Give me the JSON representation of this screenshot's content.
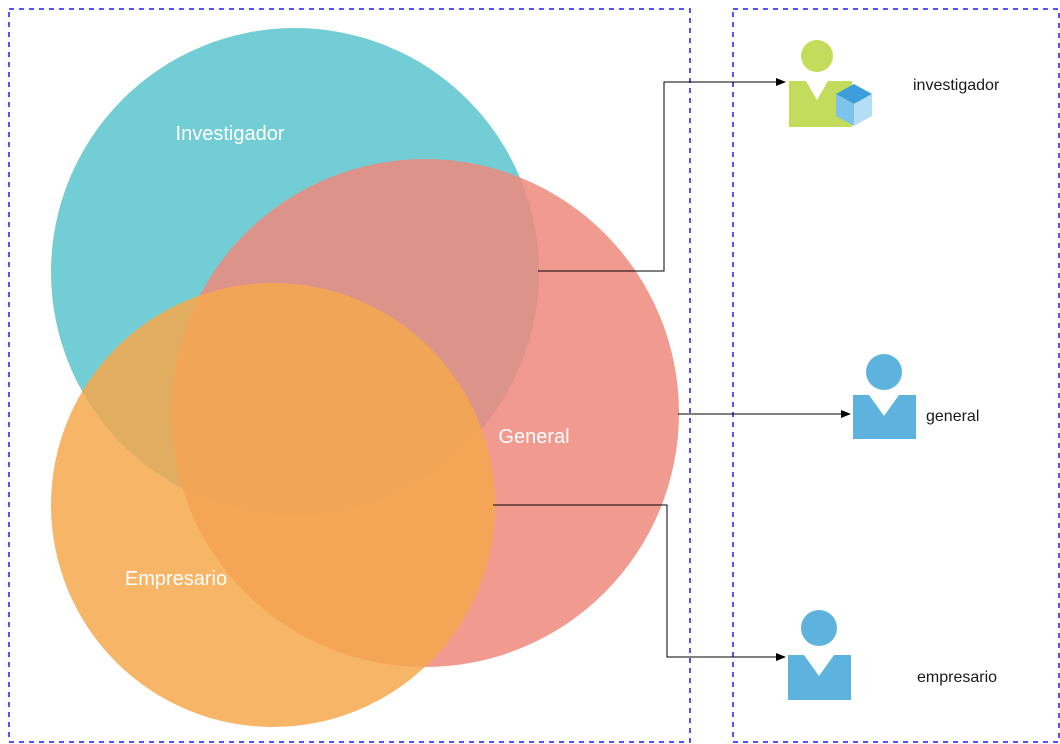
{
  "colors": {
    "frame_border": "#1a1aff",
    "investigador_circle": "#5bc4ce",
    "general_circle": "#ee8a7c",
    "empresario_circle": "#f4a84c",
    "user_icon_blue": "#5eb3de",
    "researcher_icon_green": "#c4dc5c",
    "researcher_icon_cube": "#3d9edb",
    "connector_line": "#000000"
  },
  "venn": {
    "investigador_label": "Investigador",
    "general_label": "General",
    "empresario_label": "Empresario"
  },
  "actors": {
    "investigador": {
      "label": "investigador",
      "icon": "researcher-user-icon"
    },
    "general": {
      "label": "general",
      "icon": "user-icon"
    },
    "empresario": {
      "label": "empresario",
      "icon": "user-icon"
    }
  }
}
